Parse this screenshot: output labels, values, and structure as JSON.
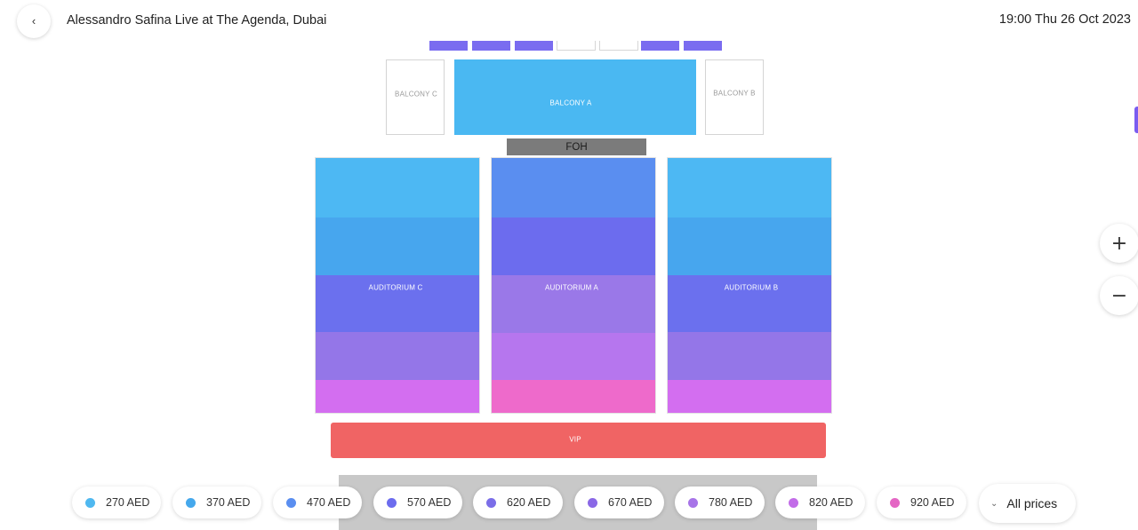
{
  "header": {
    "back_icon": "‹",
    "title": "Alessandro Safina Live at The Agenda, Dubai",
    "datetime": "19:00 Thu 26 Oct 2023"
  },
  "seat_map": {
    "foh_label": "FOH",
    "sections": {
      "balcony_c": "BALCONY C",
      "balcony_a": "BALCONY A",
      "balcony_b": "BALCONY B",
      "auditorium_c": "AUDITORIUM C",
      "auditorium_a": "AUDITORIUM A",
      "auditorium_b": "AUDITORIUM B",
      "vip": "VIP"
    }
  },
  "zoom": {
    "in_icon": "+",
    "out_icon": "−"
  },
  "price_filters": [
    {
      "label": "270 AED",
      "color": "#4fb8f0"
    },
    {
      "label": "370 AED",
      "color": "#45a8ec"
    },
    {
      "label": "470 AED",
      "color": "#5a8ef0"
    },
    {
      "label": "570 AED",
      "color": "#6c6cee"
    },
    {
      "label": "620 AED",
      "color": "#7b6ee8"
    },
    {
      "label": "670 AED",
      "color": "#8a68e6"
    },
    {
      "label": "780 AED",
      "color": "#a774e8"
    },
    {
      "label": "820 AED",
      "color": "#c26ce8"
    },
    {
      "label": "920 AED",
      "color": "#e466c4"
    }
  ],
  "all_prices": {
    "label": "All prices",
    "icon": "⌄"
  },
  "colors": {
    "balcony_a": "#4ab8f2",
    "top_seats": "#7a6cf0",
    "foh": "#7b7b7b",
    "vip": "#f06464"
  }
}
